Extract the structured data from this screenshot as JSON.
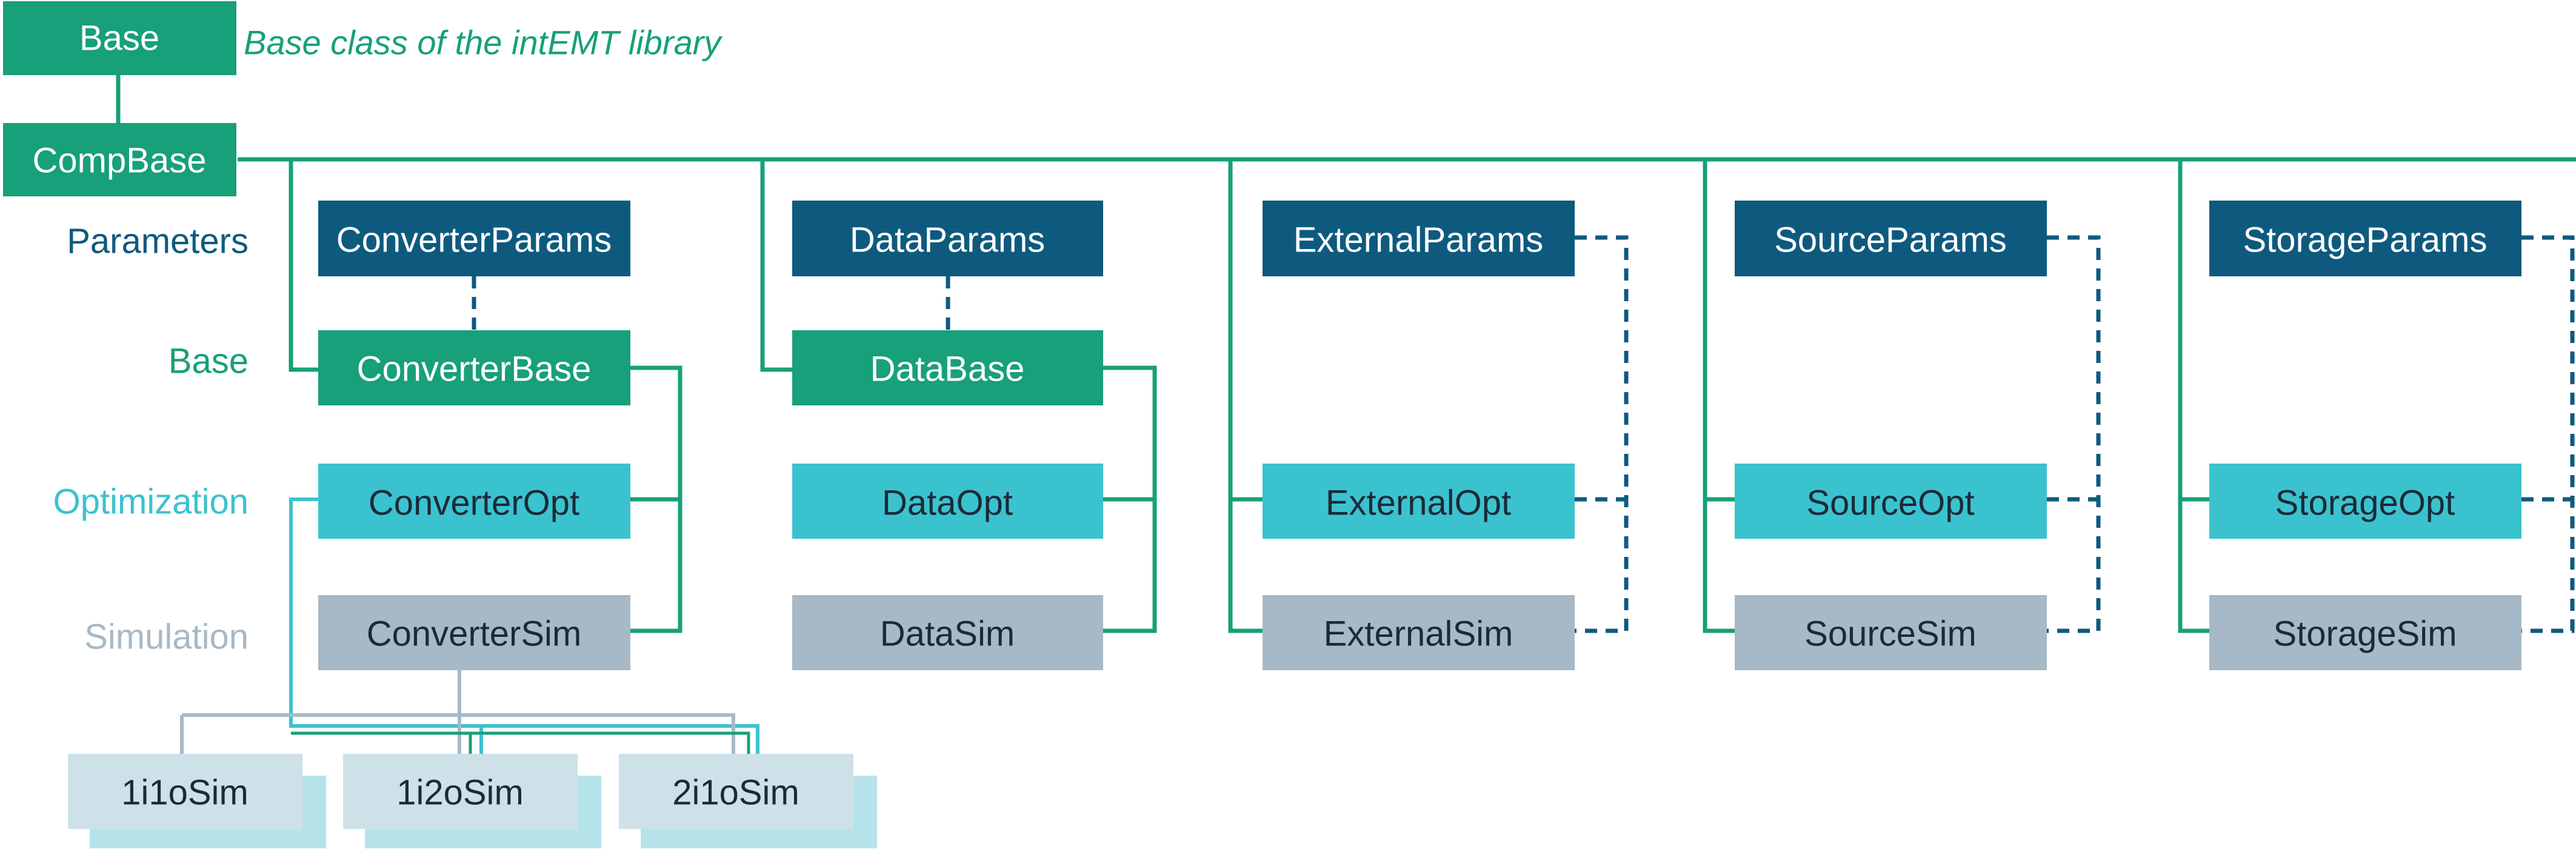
{
  "colors": {
    "base_green": "#17a07a",
    "params_blue": "#0e5a7e",
    "opt_cyan": "#3bc2cf",
    "sim_grey": "#a7b9c6",
    "light_blue": "#cfe1e8",
    "shadow_cyan": "#b6e3e9",
    "dashed_blue": "#0e5a7e"
  },
  "legend": {
    "base_box": "Base",
    "caption": "Base class of the intEMT library",
    "compbase_box": "CompBase"
  },
  "row_labels": {
    "parameters": "Parameters",
    "base": "Base",
    "optimization": "Optimization",
    "simulation": "Simulation"
  },
  "groups": [
    {
      "params": "ConverterParams",
      "base": "ConverterBase",
      "opt": "ConverterOpt",
      "sim": "ConverterSim"
    },
    {
      "params": "DataParams",
      "base": "DataBase",
      "opt": "DataOpt",
      "sim": "DataSim"
    },
    {
      "params": "ExternalParams",
      "opt": "ExternalOpt",
      "sim": "ExternalSim"
    },
    {
      "params": "SourceParams",
      "opt": "SourceOpt",
      "sim": "SourceSim"
    },
    {
      "params": "StorageParams",
      "opt": "StorageOpt",
      "sim": "StorageSim"
    }
  ],
  "sub_sims": [
    "1i1oSim",
    "1i2oSim",
    "2i1oSim"
  ]
}
